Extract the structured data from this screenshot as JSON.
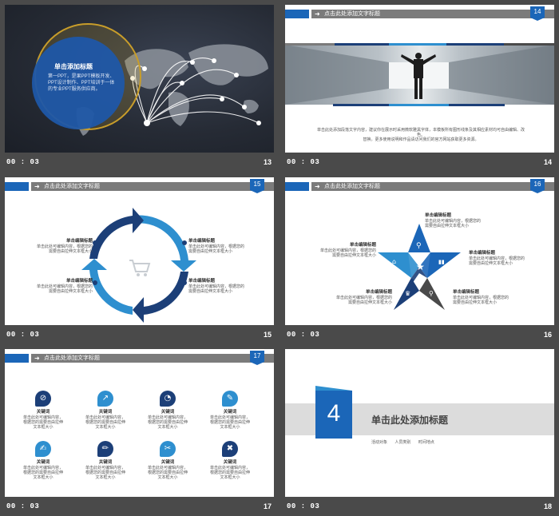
{
  "slides": [
    {
      "number": "13",
      "time": "00 : 03",
      "circle_title": "单击添加标题",
      "circle_lines": [
        "第一PPT，是果PPT模板开发、",
        "PPT设计制作、PPT培训于一体",
        "的专业PPT服务供应商。"
      ]
    },
    {
      "number": "14",
      "time": "00 : 03",
      "header_title": "点击此处添加文字标题",
      "badge": "14",
      "caption_lines": [
        "单击此处添加段落文字内容，建议你在展示时采用微软雅黑字体，本模板所有图形线条及其相应素材均可自由编辑、改色、",
        "替换。更多使用说明和作品请访问我们的官方网站获取更多资源。"
      ]
    },
    {
      "number": "15",
      "time": "00 : 03",
      "header_title": "点击此处添加文字标题",
      "badge": "15",
      "items": [
        {
          "title": "单击编辑标题",
          "lines": [
            "单击此处可编辑内容，根据您的",
            "需要自由拉伸文本框大小"
          ]
        },
        {
          "title": "单击编辑标题",
          "lines": [
            "单击此处可编辑内容，根据您的",
            "需要自由拉伸文本框大小"
          ]
        },
        {
          "title": "单击编辑标题",
          "lines": [
            "单击此处可编辑内容，根据您的",
            "需要自由拉伸文本框大小"
          ]
        },
        {
          "title": "单击编辑标题",
          "lines": [
            "单击此处可编辑内容，根据您的",
            "需要自由拉伸文本框大小"
          ]
        }
      ]
    },
    {
      "number": "16",
      "time": "00 : 03",
      "header_title": "点击此处添加文字标题",
      "badge": "16",
      "items": [
        {
          "title": "单击编辑标题",
          "lines": [
            "单击此处可编辑内容，根据您的",
            "需要自由拉伸文本框大小"
          ]
        },
        {
          "title": "单击编辑标题",
          "lines": [
            "单击此处可编辑内容，根据您的",
            "需要自由拉伸文本框大小"
          ]
        },
        {
          "title": "单击编辑标题",
          "lines": [
            "单击此处可编辑内容，根据您的",
            "需要自由拉伸文本框大小"
          ]
        },
        {
          "title": "单击编辑标题",
          "lines": [
            "单击此处可编辑内容，根据您的",
            "需要自由拉伸文本框大小"
          ]
        },
        {
          "title": "单击编辑标题",
          "lines": [
            "单击此处可编辑内容，根据您的",
            "需要自由拉伸文本框大小"
          ]
        }
      ]
    },
    {
      "number": "17",
      "time": "00 : 03",
      "header_title": "点击此处添加文字标题",
      "badge": "17",
      "items": [
        {
          "title": "关键词",
          "icon": "compass-icon",
          "lines": [
            "单击此处可编辑内容，",
            "根据您的需要自由拉伸",
            "文本框大小"
          ]
        },
        {
          "title": "关键词",
          "icon": "share-icon",
          "lines": [
            "单击此处可编辑内容，",
            "根据您的需要自由拉伸",
            "文本框大小"
          ]
        },
        {
          "title": "关键词",
          "icon": "gauge-icon",
          "lines": [
            "单击此处可编辑内容，",
            "根据您的需要自由拉伸",
            "文本框大小"
          ]
        },
        {
          "title": "关键词",
          "icon": "brush-icon",
          "lines": [
            "单击此处可编辑内容，",
            "根据您的需要自由拉伸",
            "文本框大小"
          ]
        },
        {
          "title": "关键词",
          "icon": "edit-icon",
          "lines": [
            "单击此处可编辑内容，",
            "根据您的需要自由拉伸",
            "文本框大小"
          ]
        },
        {
          "title": "关键词",
          "icon": "pencil-icon",
          "lines": [
            "单击此处可编辑内容，",
            "根据您的需要自由拉伸",
            "文本框大小"
          ]
        },
        {
          "title": "关键词",
          "icon": "wrench-icon",
          "lines": [
            "单击此处可编辑内容，",
            "根据您的需要自由拉伸",
            "文本框大小"
          ]
        },
        {
          "title": "关键词",
          "icon": "tools-icon",
          "lines": [
            "单击此处可编辑内容，",
            "根据您的需要自由拉伸",
            "文本框大小"
          ]
        }
      ]
    },
    {
      "number": "18",
      "time": "00 : 03",
      "section_number": "4",
      "section_title": "单击此处添加标题",
      "section_tags": [
        "活动对象",
        "人员类别",
        "时间地点"
      ]
    }
  ],
  "colors": {
    "dark_blue": "#1c3f78",
    "mid_blue": "#1b66b8",
    "light_blue": "#2e8fcf",
    "gray_dark": "#4a4a4a",
    "header_gray": "#7b7b7b"
  }
}
